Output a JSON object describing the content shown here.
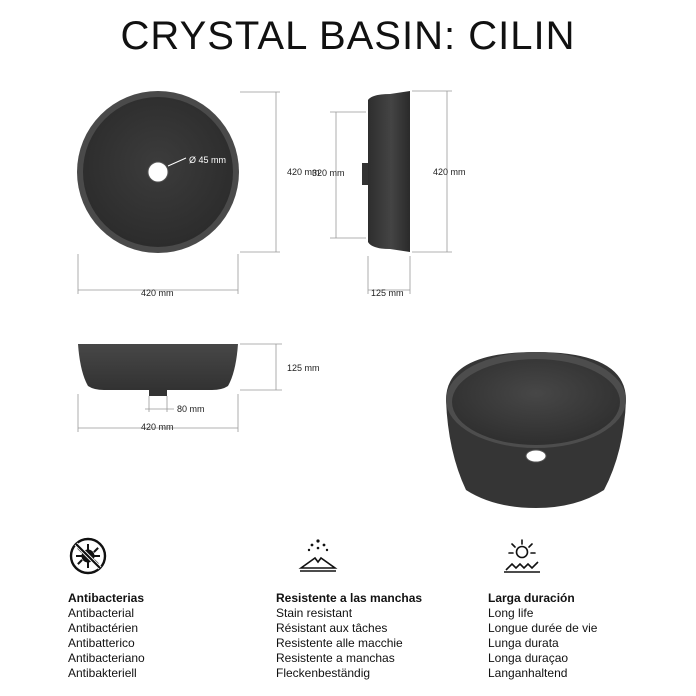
{
  "title": "CRYSTAL BASIN: CILIN",
  "dimensions": {
    "drain_diameter": "Ø 45 mm",
    "top_width": "420 mm",
    "top_height": "420 mm",
    "side_inner_height": "320 mm",
    "side_outer_height": "420 mm",
    "side_depth": "125 mm",
    "front_height": "125 mm",
    "front_drain_width": "80 mm",
    "front_width": "420 mm"
  },
  "colors": {
    "basin_body": "#3a3a3a",
    "basin_rim": "#4a4a4a",
    "dimension_line": "#999999"
  },
  "features": [
    {
      "icon": "antibacterial-icon",
      "heading": "Antibacterias",
      "lines": [
        "Antibacterial",
        "Antibactérien",
        "Antibatterico",
        "Antibacteriano",
        "Antibakteriell"
      ]
    },
    {
      "icon": "stain-resistant-icon",
      "heading": "Resistente a las manchas",
      "lines": [
        "Stain resistant",
        "Résistant aux tâches",
        "Resistente alle macchie",
        "Resistente a manchas",
        "Fleckenbeständig"
      ]
    },
    {
      "icon": "long-life-icon",
      "heading": "Larga duración",
      "lines": [
        "Long life",
        "Longue durée de vie",
        "Lunga durata",
        "Longa duraçao",
        "Langanhaltend"
      ]
    }
  ]
}
